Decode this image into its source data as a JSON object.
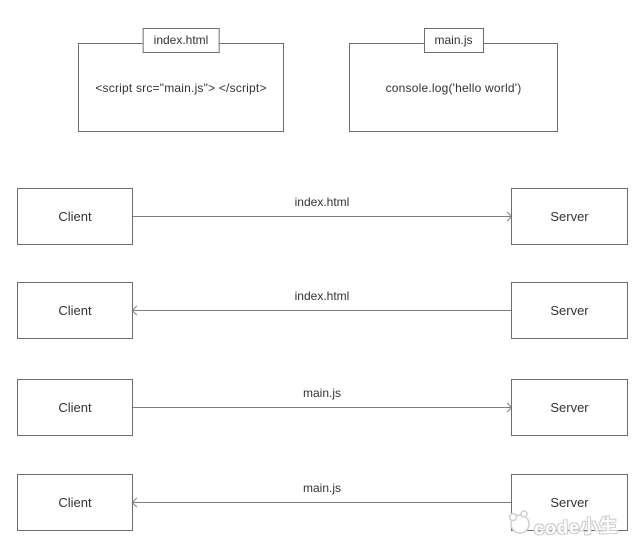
{
  "files": [
    {
      "tab": "index.html",
      "content": "<script src=\"main.js\"> </script>"
    },
    {
      "tab": "main.js",
      "content": "console.log('hello world')"
    }
  ],
  "exchanges": [
    {
      "from": "Client",
      "to": "Server",
      "message": "index.html",
      "direction": "right"
    },
    {
      "from": "Client",
      "to": "Server",
      "message": "index.html",
      "direction": "left"
    },
    {
      "from": "Client",
      "to": "Server",
      "message": "main.js",
      "direction": "right"
    },
    {
      "from": "Client",
      "to": "Server",
      "message": "main.js",
      "direction": "left"
    }
  ],
  "watermark": {
    "text": "code小生"
  },
  "colors": {
    "background": "#ffffff",
    "box_border": "#6e6e6e",
    "arrow_line": "#808080",
    "text": "#333333",
    "watermark_fill": "#ffffff",
    "watermark_outline": "#cfcfcf"
  }
}
